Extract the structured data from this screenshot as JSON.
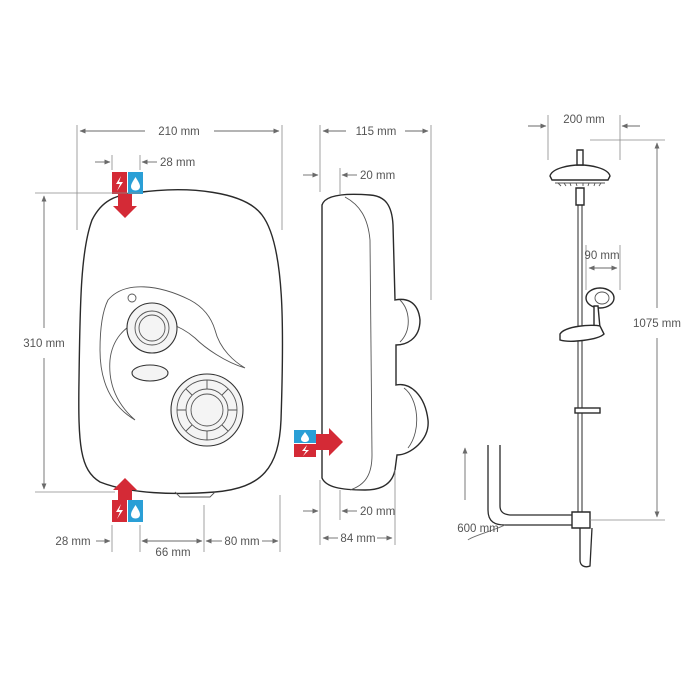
{
  "colors": {
    "line": "#2a2a2a",
    "dimension": "#6a6a6a",
    "electric_red": "#d42a36",
    "water_blue": "#2a9fd6",
    "text": "#555555"
  },
  "front_view": {
    "width": "210 mm",
    "height": "310 mm",
    "top_inlet_offset": "28 mm",
    "bottom_inlet_offset": "28 mm",
    "bottom_spacing_a": "66 mm",
    "bottom_spacing_b": "80 mm"
  },
  "side_view": {
    "depth": "115 mm",
    "top_offset": "20 mm",
    "bottom_offset": "20 mm",
    "bottom_depth": "84 mm"
  },
  "riser_kit": {
    "head_width": "200 mm",
    "handset_offset": "90 mm",
    "height": "1075 mm",
    "hose_length": "600 mm"
  },
  "icons": {
    "electric": "lightning-icon",
    "water": "water-drop-icon"
  }
}
